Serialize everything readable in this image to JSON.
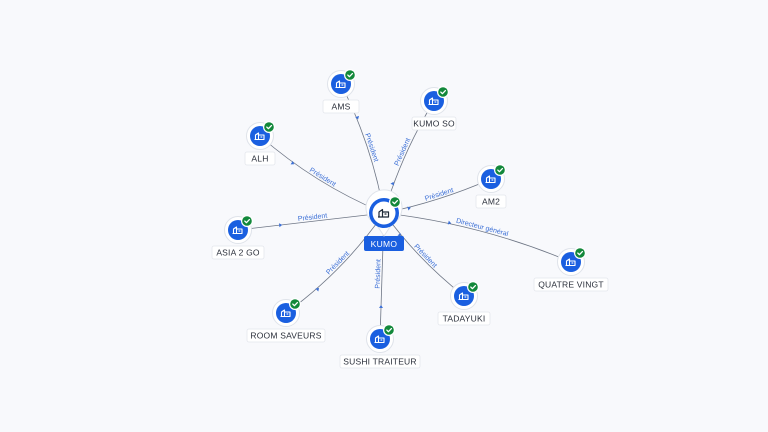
{
  "center": {
    "name": "KUMO",
    "icon": "building-icon"
  },
  "nodes": [
    {
      "id": "ams",
      "name": "AMS",
      "relation": "Président",
      "icon": "building-icon",
      "verified": true
    },
    {
      "id": "kumo-so",
      "name": "KUMO SO",
      "relation": "Président",
      "icon": "building-icon",
      "verified": true
    },
    {
      "id": "alh",
      "name": "ALH",
      "relation": "Président",
      "icon": "building-icon",
      "verified": true
    },
    {
      "id": "am2",
      "name": "AM2",
      "relation": "Président",
      "icon": "building-icon",
      "verified": true
    },
    {
      "id": "asia-2-go",
      "name": "ASIA 2 GO",
      "relation": "Président",
      "icon": "building-icon",
      "verified": true
    },
    {
      "id": "quatre-vingt",
      "name": "QUATRE VINGT",
      "relation": "Directeur général",
      "icon": "building-icon",
      "verified": true
    },
    {
      "id": "room-saveurs",
      "name": "ROOM SAVEURS",
      "relation": "Président",
      "icon": "building-icon",
      "verified": true
    },
    {
      "id": "tadayuki",
      "name": "TADAYUKI",
      "relation": "Président",
      "icon": "building-icon",
      "verified": true
    },
    {
      "id": "sushi-traiteur",
      "name": "SUSHI TRAITEUR",
      "relation": "Président",
      "icon": "building-icon",
      "verified": true
    }
  ],
  "colors": {
    "node": "#1a5fe0",
    "badge": "#12883a",
    "edge": "#6e7685",
    "edge_label": "#3b6fd6",
    "background": "#f8f9fc"
  }
}
